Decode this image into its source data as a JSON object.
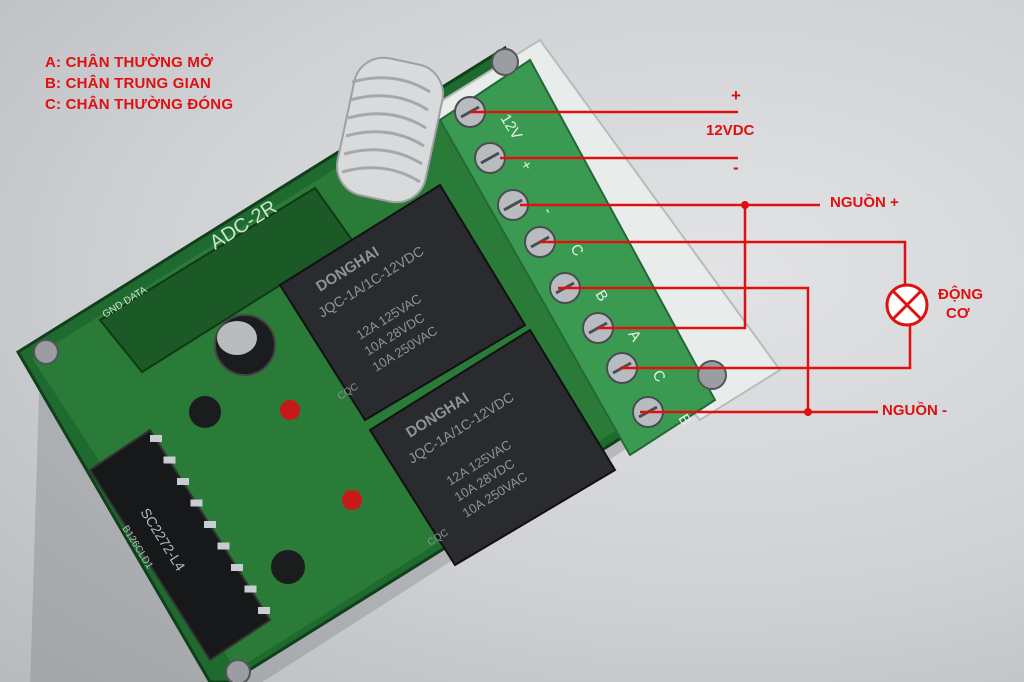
{
  "legend": {
    "a": "A: CHÂN THƯỜNG MỞ",
    "b": "B: CHÂN TRUNG GIAN",
    "c": "C: CHÂN THƯỜNG ĐÓNG"
  },
  "labels": {
    "plus": "+",
    "supply_voltage": "12VDC",
    "minus": "-",
    "source_plus": "NGUỒN +",
    "motor_line1": "ĐỘNG",
    "motor_line2": "CƠ",
    "source_minus": "NGUỒN -"
  },
  "board": {
    "silkscreen_model": "ADC-2R",
    "terminal_markings": [
      "12V",
      "+",
      "-",
      "C",
      "B",
      "A",
      "C",
      "B"
    ],
    "silk_pins": "GND DATA",
    "relay_brand": "DONGHAI",
    "relay_model": "JQC-1A/1C-12VDC",
    "relay_rating_1": "12A 125VAC",
    "relay_rating_2": "10A 28VDC",
    "relay_rating_3": "10A 250VAC",
    "relay_cert": "CQC",
    "ic_model": "SC2272-L4",
    "ic_code": "B126CLD1"
  },
  "colors": {
    "wire": "#e01010",
    "pcb": "#1f6a2e",
    "terminal_block": "#3b9a52",
    "relay": "#2a2b2e"
  }
}
